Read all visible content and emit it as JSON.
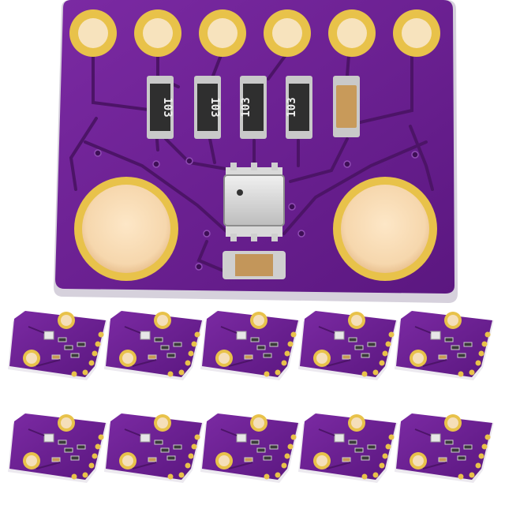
{
  "image": {
    "subject": "purple-pcb-sensor-breakout-boards",
    "background_color": "#ffffff",
    "pcb_color": "#6a1f8f",
    "pad_color": "#e8c24a",
    "component_body_color": "#3a3a3a",
    "sensor_can_color": "#d7d7d7"
  },
  "main_board": {
    "resistor_markings": [
      "103",
      "103",
      "103",
      "103"
    ]
  },
  "thumbnail_grid": {
    "rows": 2,
    "columns": 5
  }
}
